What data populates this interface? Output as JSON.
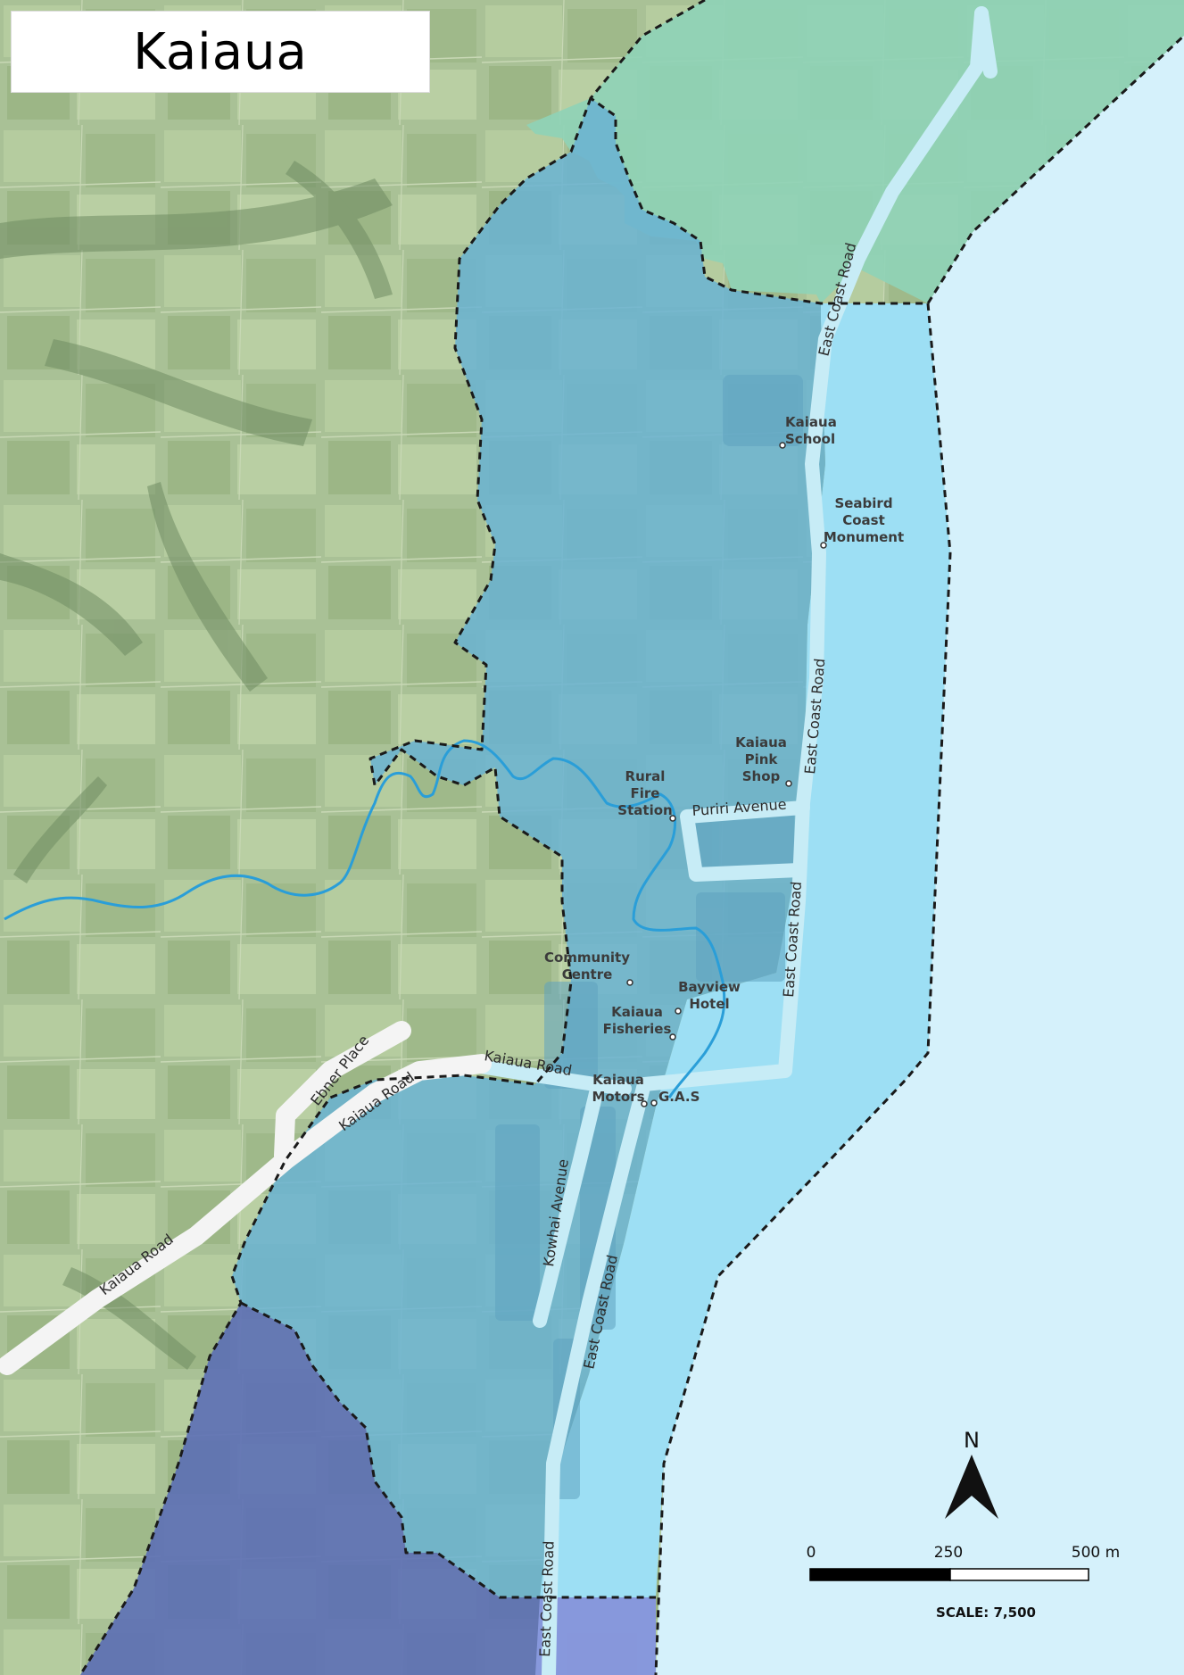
{
  "map": {
    "title": "Kaiaua",
    "colors": {
      "land": "#a9c196",
      "sea": "#d5f1fb",
      "zone_light_blue": "#9ddff4",
      "zone_mid_blue": "#6ab3d2",
      "zone_green": "#8fd3b6",
      "zone_dark_blue": "#5c6fb5",
      "road": "#f4f4f4",
      "road_inside_zone": "#c7ecf6",
      "river": "#2a9ed8",
      "boundary": "#1a1a1a"
    },
    "places": [
      {
        "name": "Kaiaua School",
        "lines": [
          "Kaiaua",
          "School"
        ]
      },
      {
        "name": "Seabird Coast Monument",
        "lines": [
          "Seabird",
          "Coast",
          "Monument"
        ]
      },
      {
        "name": "Kaiaua Pink Shop",
        "lines": [
          "Kaiaua",
          "Pink",
          "Shop"
        ]
      },
      {
        "name": "Rural Fire Station",
        "lines": [
          "Rural",
          "Fire",
          "Station"
        ]
      },
      {
        "name": "Community Centre",
        "lines": [
          "Community",
          "Centre"
        ]
      },
      {
        "name": "Bayview Hotel",
        "lines": [
          "Bayview",
          "Hotel"
        ]
      },
      {
        "name": "Kaiaua Fisheries",
        "lines": [
          "Kaiaua",
          "Fisheries"
        ]
      },
      {
        "name": "Kaiaua Motors",
        "lines": [
          "Kaiaua",
          "Motors"
        ]
      },
      {
        "name": "G.A.S",
        "lines": [
          "G.A.S"
        ]
      }
    ],
    "roads": [
      "East Coast Road",
      "East Coast Road",
      "East Coast Road",
      "East Coast Road",
      "East Coast Road",
      "Puriri Avenue",
      "Kaiaua Road",
      "Kaiaua Road",
      "Kaiaua Road",
      "Ebner Place",
      "Kowhai Avenue"
    ],
    "north_label": "N",
    "scale": {
      "ticks": [
        "0",
        "250",
        "500 m"
      ],
      "ratio_text": "SCALE: 7,500"
    }
  }
}
